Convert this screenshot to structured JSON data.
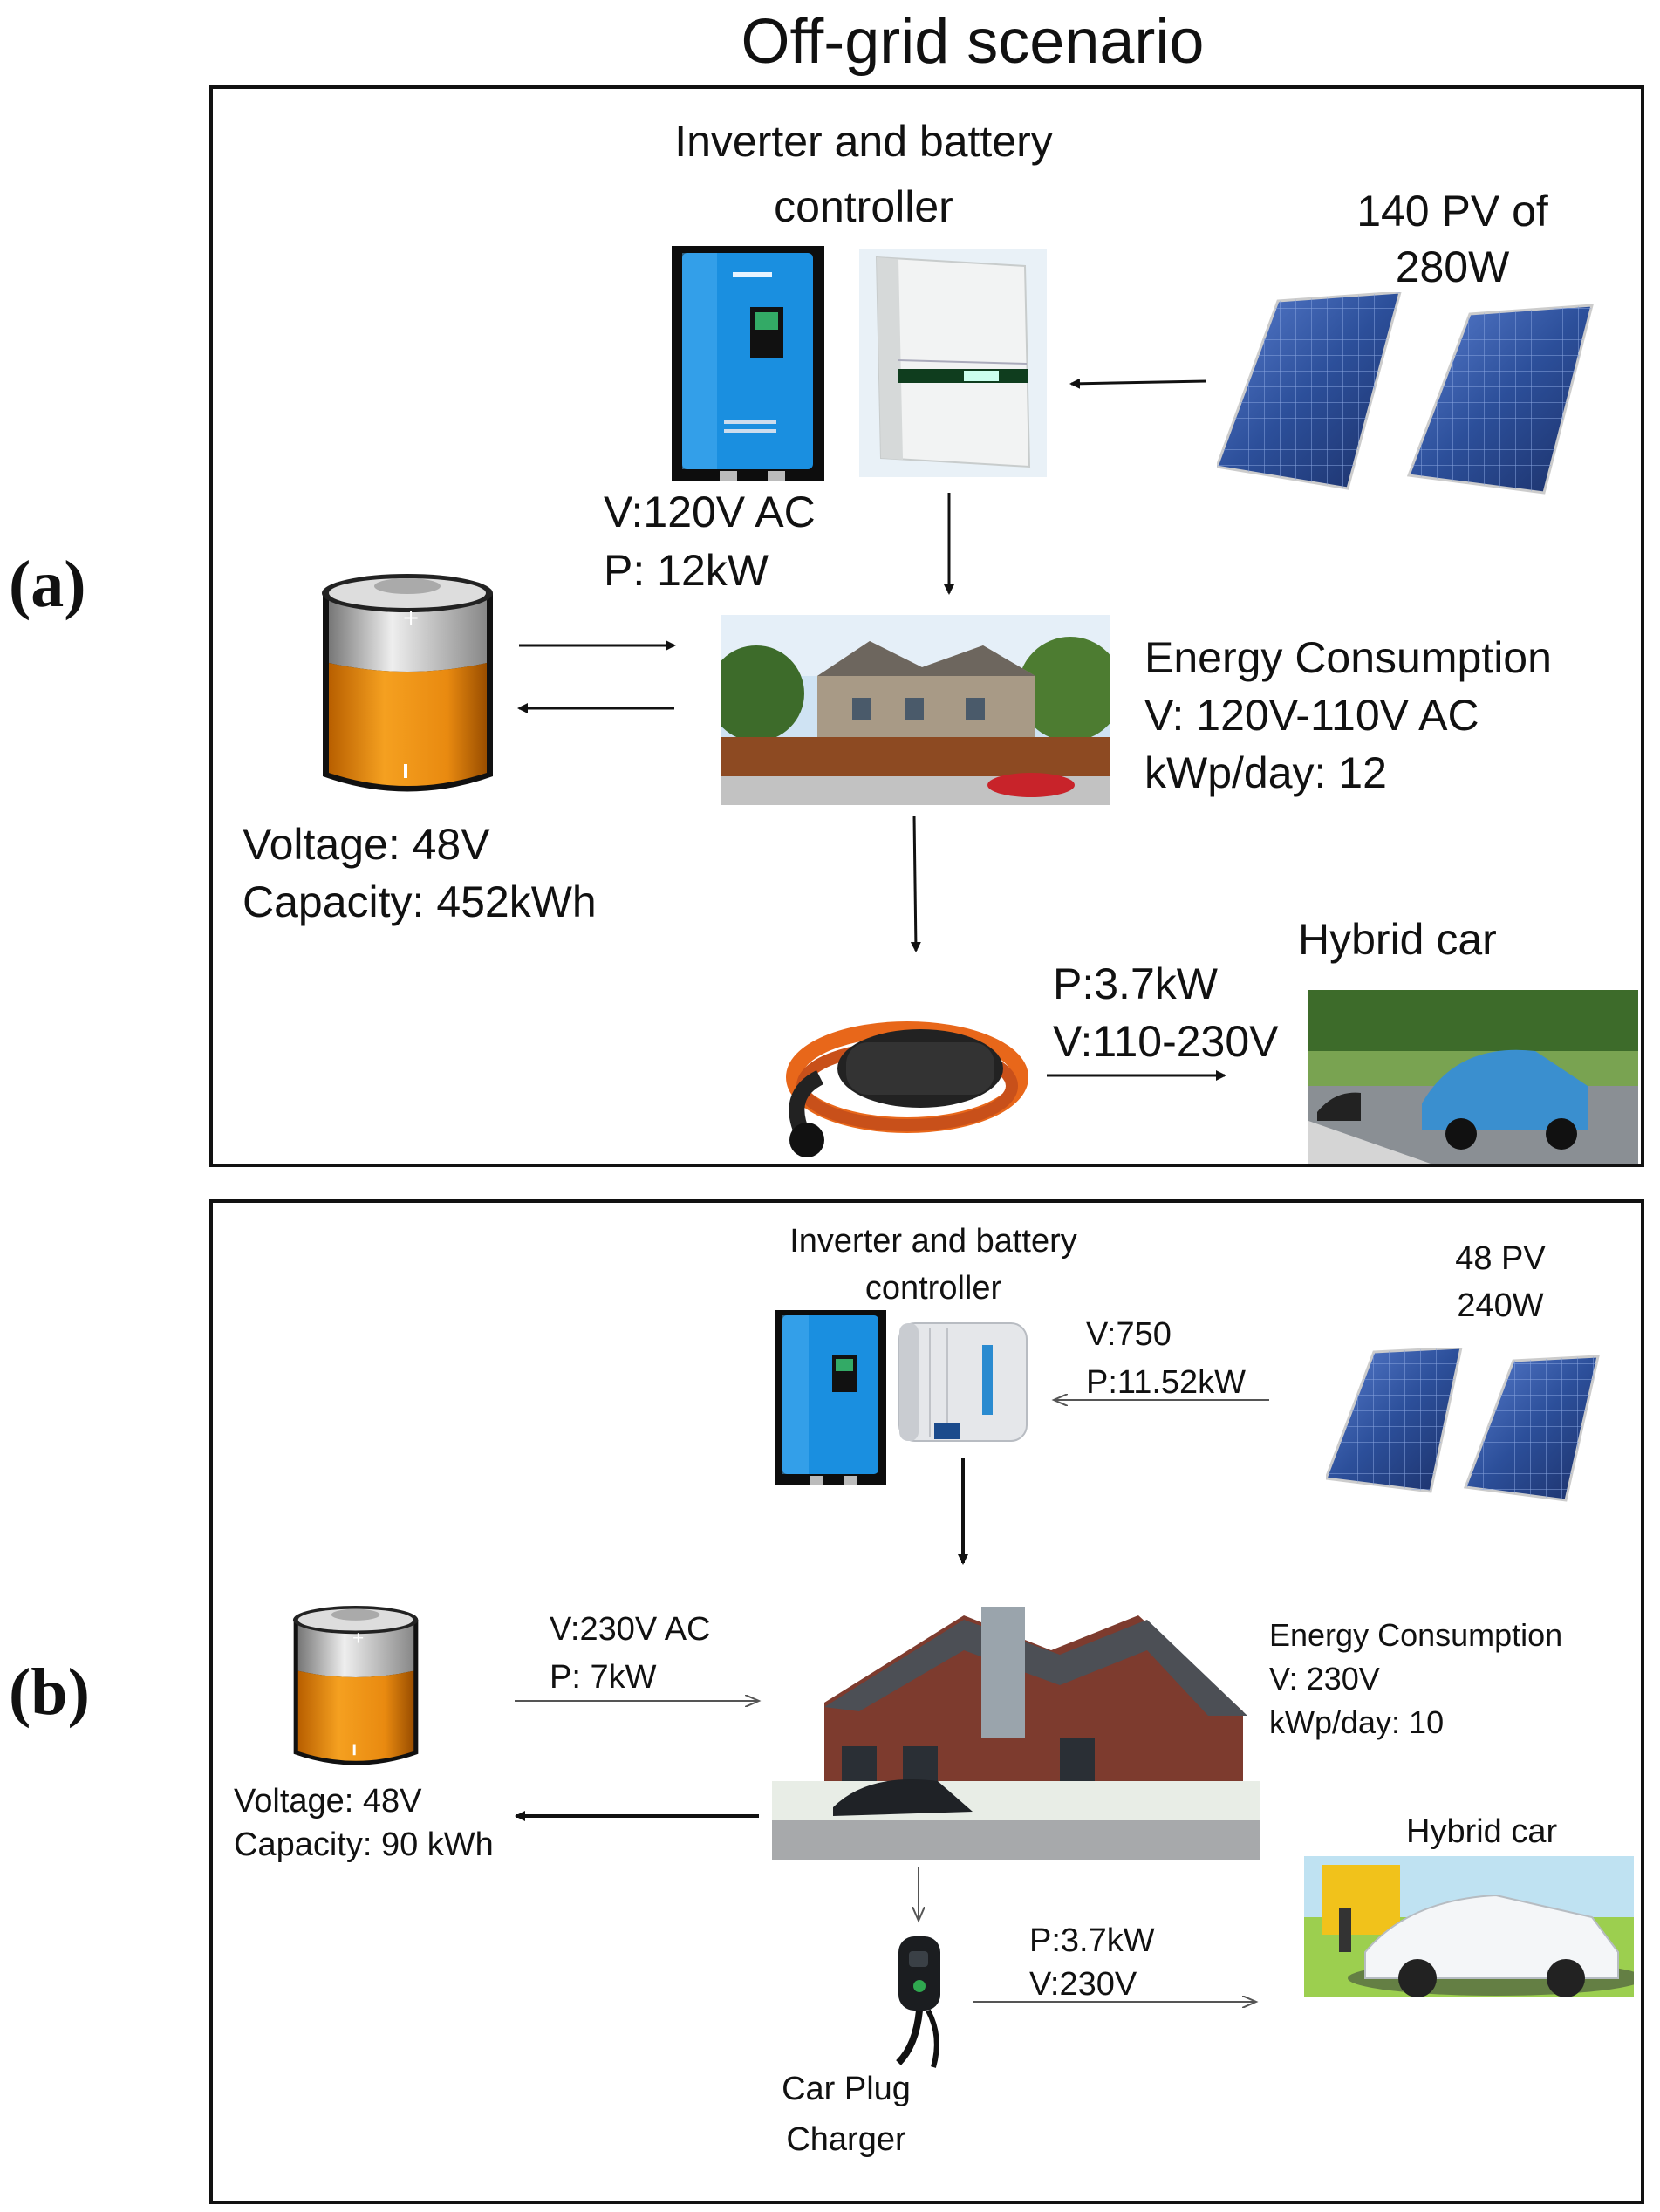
{
  "title": "Off-grid scenario",
  "panel_a": {
    "label": "(a)",
    "inverter_title": [
      "Inverter and battery",
      "controller"
    ],
    "pv_label": [
      "140 PV of",
      "280W"
    ],
    "inverter_specs": [
      "V:120V AC",
      "P: 12kW"
    ],
    "battery_specs": [
      "Voltage: 48V",
      "Capacity: 452kWh"
    ],
    "consumption": [
      "Energy Consumption",
      "V: 120V-110V AC",
      "kWp/day: 12"
    ],
    "car_title": "Hybrid car",
    "charger_specs": [
      "P:3.7kW",
      "V:110-230V"
    ]
  },
  "panel_b": {
    "label": "(b)",
    "inverter_title": [
      "Inverter and battery",
      "controller"
    ],
    "pv_label": [
      "48 PV",
      "240W"
    ],
    "pv_specs": [
      "V:750",
      "P:11.52kW"
    ],
    "battery_link_specs": [
      "V:230V AC",
      "P: 7kW"
    ],
    "battery_specs": [
      "Voltage: 48V",
      "Capacity: 90 kWh"
    ],
    "consumption": [
      "Energy Consumption",
      "V: 230V",
      "kWp/day: 10"
    ],
    "car_title": "Hybrid car",
    "charger_specs": [
      "P:3.7kW",
      "V:230V"
    ],
    "charger_label": [
      "Car Plug",
      "Charger"
    ]
  },
  "colors": {
    "inverter_blue": "#1a8fe0",
    "battery_orange": "#e98a10",
    "pv_blue": "#2c4f9a",
    "border": "#111111"
  }
}
